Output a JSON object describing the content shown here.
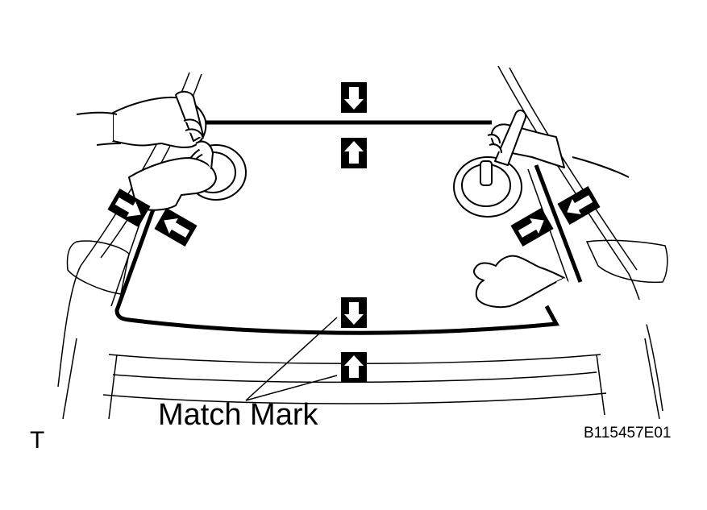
{
  "diagram": {
    "callout_label": "Match Mark",
    "corner_letter": "T",
    "figure_code": "B115457E01"
  },
  "colors": {
    "line": "#000000",
    "fill": "#ffffff",
    "arrow_box": "#000000"
  },
  "icons": [
    "arrow-down-icon",
    "arrow-up-icon",
    "arrow-right-icon",
    "arrow-left-icon",
    "suction-cup-icon",
    "hand-icon"
  ]
}
